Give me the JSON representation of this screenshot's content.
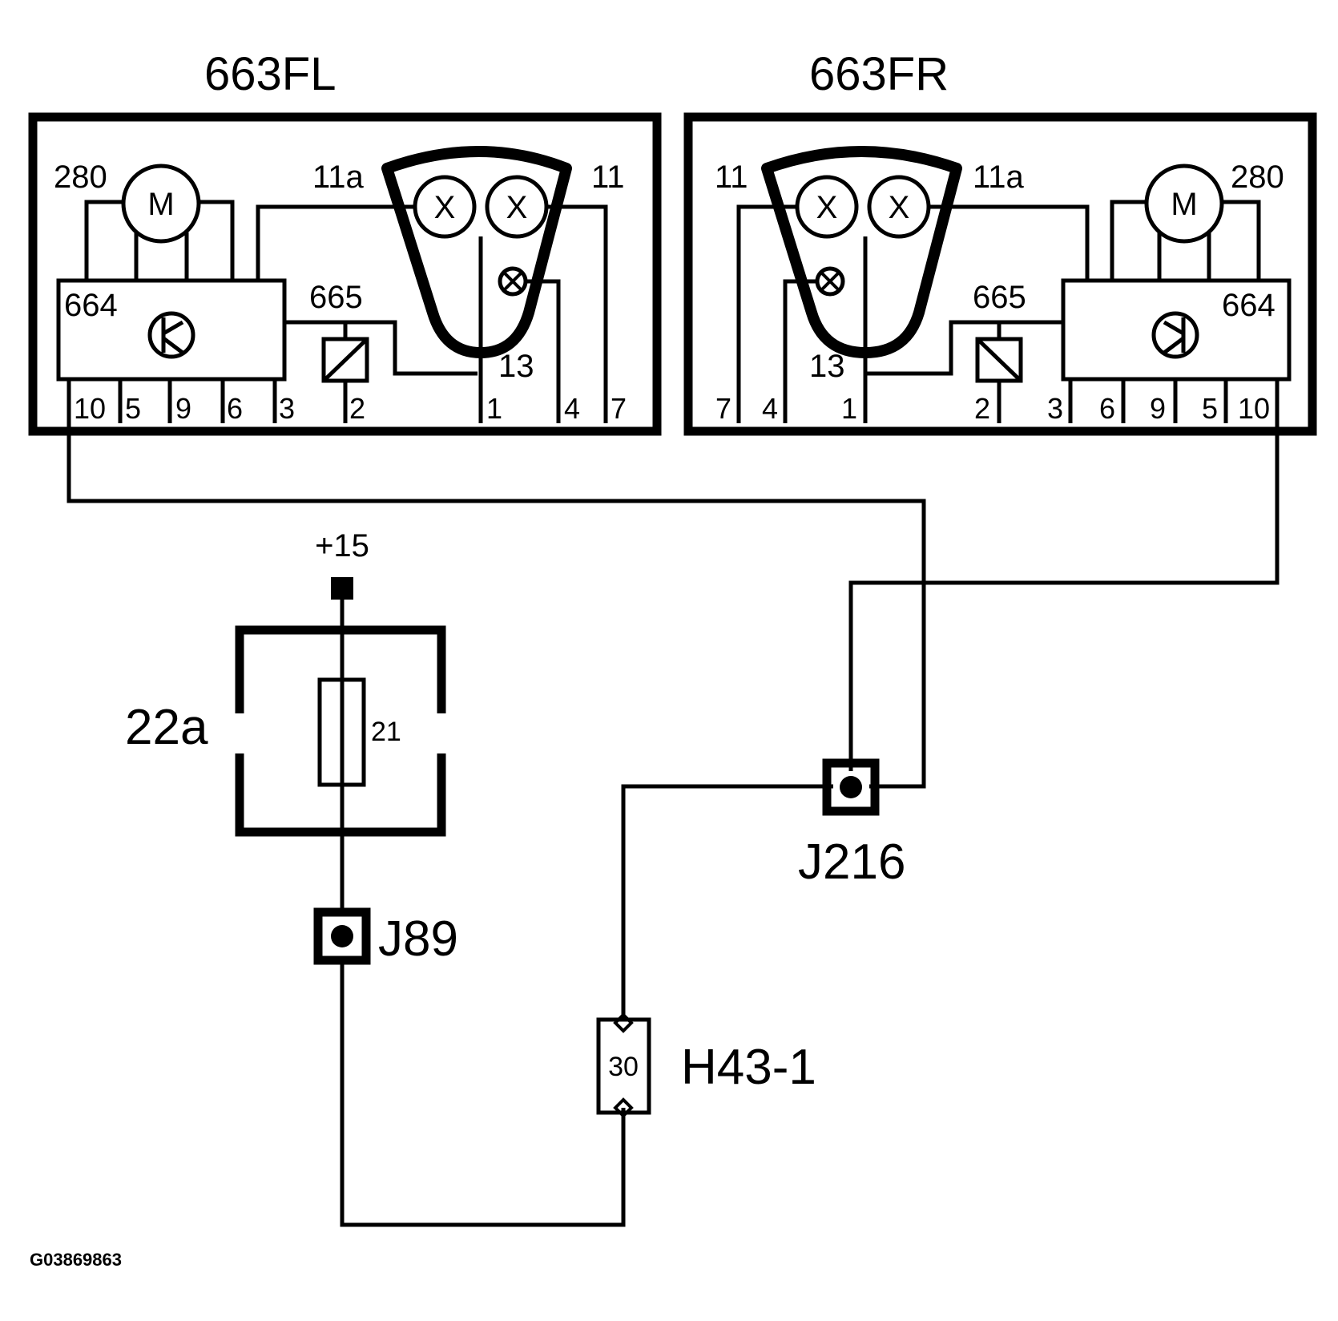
{
  "modules": {
    "left": {
      "title": "663FL",
      "motor_num": "280",
      "motor_symbol": "M",
      "controller_num": "664",
      "relay_num": "665",
      "lamp_left_num": "11a",
      "lamp_right_num": "11",
      "lamp_symbol": "X",
      "ground_num": "13",
      "pins": [
        "10",
        "5",
        "9",
        "6",
        "3",
        "2",
        "1",
        "4",
        "7"
      ]
    },
    "right": {
      "title": "663FR",
      "motor_num": "280",
      "motor_symbol": "M",
      "controller_num": "664",
      "relay_num": "665",
      "lamp_left_num": "11",
      "lamp_right_num": "11a",
      "lamp_symbol": "X",
      "ground_num": "13",
      "pins": [
        "7",
        "4",
        "1",
        "2",
        "3",
        "6",
        "9",
        "5",
        "10"
      ]
    }
  },
  "supply": {
    "label": "+15"
  },
  "fusebox": {
    "label": "22a",
    "fuse_num": "21"
  },
  "junctions": {
    "j89": "J89",
    "j216": "J216"
  },
  "connector": {
    "label": "H43-1",
    "pin": "30"
  },
  "figure_id": "G03869863"
}
